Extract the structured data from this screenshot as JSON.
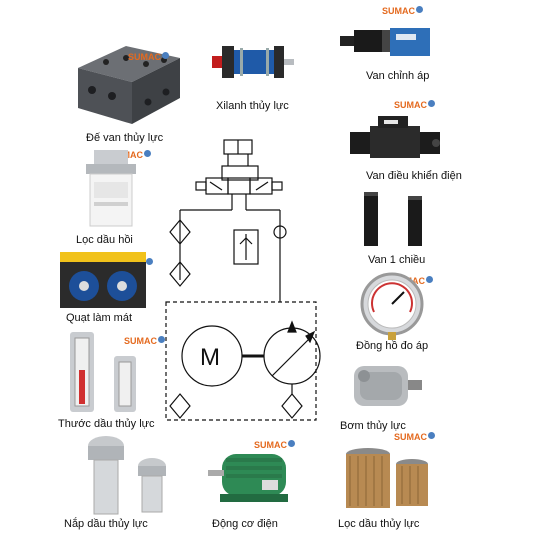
{
  "brand": {
    "name": "SUMAC",
    "color": "#e46a1f"
  },
  "labels": {
    "de_van": "Đế van thủy lực",
    "xilanh": "Xilanh thủy lực",
    "van_chinh_ap": "Van chỉnh áp",
    "van_dieu_khien": "Van điều khiển điện",
    "loc_dau_hoi": "Lọc dầu hồi",
    "van_1_chieu": "Van 1 chiều",
    "quat_lam_mat": "Quạt làm mát",
    "dong_ho": "Đồng hồ đo áp",
    "thuoc_dau": "Thước dầu thủy lực",
    "bom": "Bơm thủy lực",
    "nap_dau": "Nắp dầu thủy lực",
    "dong_co": "Động cơ điện",
    "loc_dau_thuy_luc": "Lọc dầu thủy lực"
  },
  "schematic": {
    "motor_symbol": "M"
  }
}
